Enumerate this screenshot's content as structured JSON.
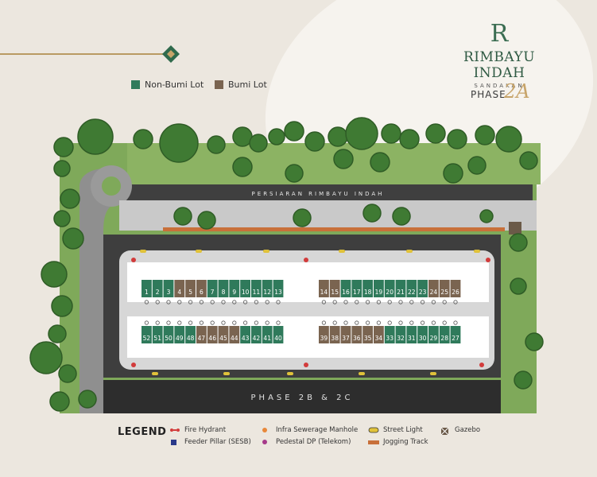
{
  "brand": {
    "logo_letter": "R",
    "name": "Rimbayu Indah",
    "location": "SANDAKAN",
    "phase_label": "PHASE",
    "phase_number": "2A"
  },
  "lot_key": [
    {
      "label": "Non-Bumi Lot",
      "color": "#2f7a5b"
    },
    {
      "label": "Bumi Lot",
      "color": "#7a6450"
    }
  ],
  "road_name": "PERSIARAN RIMBAYU INDAH",
  "phase_next": "PHASE 2B & 2C",
  "blocks": {
    "top_left": [
      {
        "n": "1",
        "t": "non"
      },
      {
        "n": "2",
        "t": "non"
      },
      {
        "n": "3",
        "t": "non"
      },
      {
        "n": "4",
        "t": "bumi"
      },
      {
        "n": "5",
        "t": "bumi"
      },
      {
        "n": "6",
        "t": "bumi"
      },
      {
        "n": "7",
        "t": "non"
      },
      {
        "n": "8",
        "t": "non"
      },
      {
        "n": "9",
        "t": "non"
      },
      {
        "n": "10",
        "t": "non"
      },
      {
        "n": "11",
        "t": "non"
      },
      {
        "n": "12",
        "t": "non"
      },
      {
        "n": "13",
        "t": "non"
      }
    ],
    "top_right": [
      {
        "n": "14",
        "t": "bumi"
      },
      {
        "n": "15",
        "t": "bumi"
      },
      {
        "n": "16",
        "t": "non"
      },
      {
        "n": "17",
        "t": "non"
      },
      {
        "n": "18",
        "t": "non"
      },
      {
        "n": "19",
        "t": "non"
      },
      {
        "n": "20",
        "t": "non"
      },
      {
        "n": "21",
        "t": "non"
      },
      {
        "n": "22",
        "t": "non"
      },
      {
        "n": "23",
        "t": "non"
      },
      {
        "n": "24",
        "t": "bumi"
      },
      {
        "n": "25",
        "t": "bumi"
      },
      {
        "n": "26",
        "t": "bumi"
      }
    ],
    "bottom_left": [
      {
        "n": "52",
        "t": "non"
      },
      {
        "n": "51",
        "t": "non"
      },
      {
        "n": "50",
        "t": "non"
      },
      {
        "n": "49",
        "t": "non"
      },
      {
        "n": "48",
        "t": "non"
      },
      {
        "n": "47",
        "t": "bumi"
      },
      {
        "n": "46",
        "t": "bumi"
      },
      {
        "n": "45",
        "t": "bumi"
      },
      {
        "n": "44",
        "t": "bumi"
      },
      {
        "n": "43",
        "t": "non"
      },
      {
        "n": "42",
        "t": "non"
      },
      {
        "n": "41",
        "t": "non"
      },
      {
        "n": "40",
        "t": "non"
      }
    ],
    "bottom_right": [
      {
        "n": "39",
        "t": "bumi"
      },
      {
        "n": "38",
        "t": "bumi"
      },
      {
        "n": "37",
        "t": "bumi"
      },
      {
        "n": "36",
        "t": "bumi"
      },
      {
        "n": "35",
        "t": "bumi"
      },
      {
        "n": "34",
        "t": "bumi"
      },
      {
        "n": "33",
        "t": "non"
      },
      {
        "n": "32",
        "t": "non"
      },
      {
        "n": "31",
        "t": "non"
      },
      {
        "n": "30",
        "t": "non"
      },
      {
        "n": "29",
        "t": "non"
      },
      {
        "n": "28",
        "t": "non"
      },
      {
        "n": "27",
        "t": "non"
      }
    ]
  },
  "legend": {
    "title": "LEGEND",
    "items": [
      {
        "label": "Fire Hydrant",
        "icon": "fire-hydrant-icon",
        "color": "#d23b3b"
      },
      {
        "label": "Infra Sewerage Manhole",
        "icon": "manhole-icon",
        "color": "#e8883a"
      },
      {
        "label": "Street Light",
        "icon": "street-light-icon",
        "color": "#e0c23a"
      },
      {
        "label": "Gazebo",
        "icon": "gazebo-icon",
        "color": "#6b5a48"
      },
      {
        "label": "Feeder Pillar (SESB)",
        "icon": "feeder-pillar-icon",
        "color": "#2a3a8a"
      },
      {
        "label": "Pedestal DP (Telekom)",
        "icon": "pedestal-icon",
        "color": "#a63a8a"
      },
      {
        "label": "Jogging Track",
        "icon": "jogging-track-icon",
        "color": "#c8703a"
      }
    ]
  }
}
